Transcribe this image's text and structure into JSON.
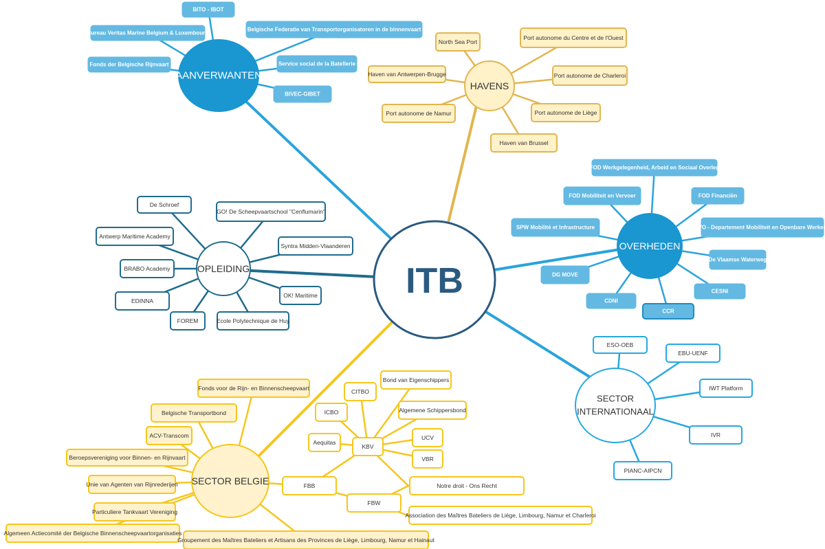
{
  "colors": {
    "blue_dark": "#1a96d0",
    "blue_light": "#63b9e2",
    "blue_line": "#2aa3dc",
    "navy": "#2a5a80",
    "opleiding": "#1f6c8e",
    "gold": "#e2b550",
    "gold_fill": "#fff1c8",
    "yellow": "#f6c61c",
    "yellow_fill": "#fff2cc",
    "international": "#26a8e0"
  },
  "center": {
    "label": "ITB"
  },
  "branches": {
    "aanverwanten": {
      "label": "AANVERWANTEN",
      "items": [
        "BITO - IBOT",
        "Bureau Veritas Marine Belgium & Luxembourg",
        "Belgische Federatie van Transportorganisatoren in de binnenvaart",
        "Fonds der Belgische Rijnvaart",
        "Service social de la Batellerie",
        "BIVEC-GIBET"
      ]
    },
    "havens": {
      "label": "HAVENS",
      "items": [
        "North Sea Port",
        "Port autonome du Centre et de l'Ouest",
        "Haven van Antwerpen-Brugge",
        "Port autonome de Charleroi",
        "Port autonome de Namur",
        "Port autonome de Liège",
        "Haven van Brussel"
      ]
    },
    "overheden": {
      "label": "OVERHEDEN",
      "items": [
        "FOD Werkgelegenheid, Arbeid en Sociaal Overleg",
        "FOD Mobiliteit en Vervoer",
        "FOD Financiën",
        "SPW Mobilité et Infrastructure",
        "VO - Departement Mobiliteit en Openbare Werken",
        "De Vlaamse Waterweg",
        "DG MOVE",
        "CESNI",
        "CDNI",
        "CCR"
      ]
    },
    "opleiding": {
      "label": "OPLEIDING",
      "items": [
        "De Schroef",
        "GO! De Scheepvaartschool \"Cenflumarin\"",
        "Antwerp Maritime Academy",
        "Syntra Midden-Vlaanderen",
        "BRABO Academy",
        "EDINNA",
        "OK! Maritime",
        "FOREM",
        "Ecole Polytechnique de Huy"
      ]
    },
    "internationaal": {
      "label_line1": "SECTOR",
      "label_line2": "INTERNATIONAAL",
      "items": [
        "ESO-OEB",
        "EBU-UENF",
        "IWT Platform",
        "IVR",
        "PIANC-AIPCN"
      ]
    },
    "belgie": {
      "label": "SECTOR BELGIE",
      "items": [
        "Fonds voor de Rijn- en Binnenscheepvaart",
        "Belgische Transportbond",
        "ACV-Transcom",
        "Beroepsvereniging voor Binnen- en Rijnvaart",
        "Unie van Agenten van Rijnrederijen",
        "Particuliere Tankvaart Vereniging",
        "Algemeen Actiecomité der Belgische Binnenscheepvaartorganisaties",
        "Groupement des Maîtres Bateliers et Artisans des Provinces de Liège, Limbourg, Namur et Hainaut",
        "FBB"
      ],
      "fbb_children": [
        "KBV",
        "FBW"
      ],
      "kbv_children": [
        "Bond van Eigenschippers",
        "CITBO",
        "ICBO",
        "Algemene Schippersbond",
        "Aequitas",
        "UCV",
        "VBR",
        "Notre droit - Ons Recht"
      ],
      "fbw_children": [
        "Notre droit - Ons Recht",
        "Association des Maîtres Bateliers de Liège, Limbourg, Namur et Charleroi"
      ]
    }
  }
}
